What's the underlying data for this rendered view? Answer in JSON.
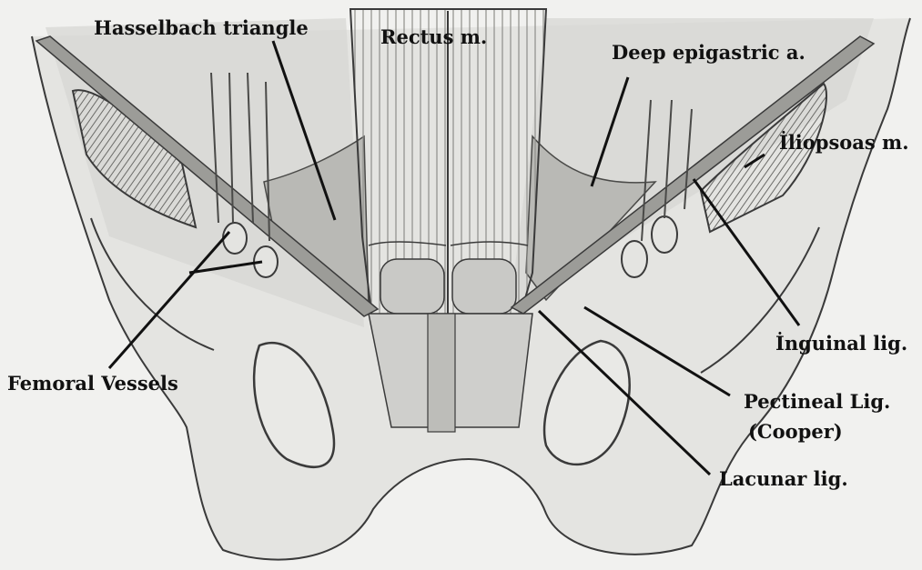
{
  "figure": {
    "labels": {
      "hasselbach": "Hasselbach triangle",
      "rectus": "Rectus m.",
      "epigastric": "Deep epigastric a.",
      "iliopsoas": "İliopsoas m.",
      "inguinal": "İnguinal lig.",
      "femoral": "Femoral Vessels",
      "pectineal": "Pectineal Lig.",
      "cooper": "(Cooper)",
      "lacunar": "Lacunar lig."
    },
    "colors": {
      "paper": "#f1f1ef",
      "pencil": "#3a3a3a",
      "shade_light": "#c9c9c6",
      "shade_mid": "#a8a8a4",
      "shade_dark": "#5a5a58",
      "leader": "#111111"
    }
  }
}
